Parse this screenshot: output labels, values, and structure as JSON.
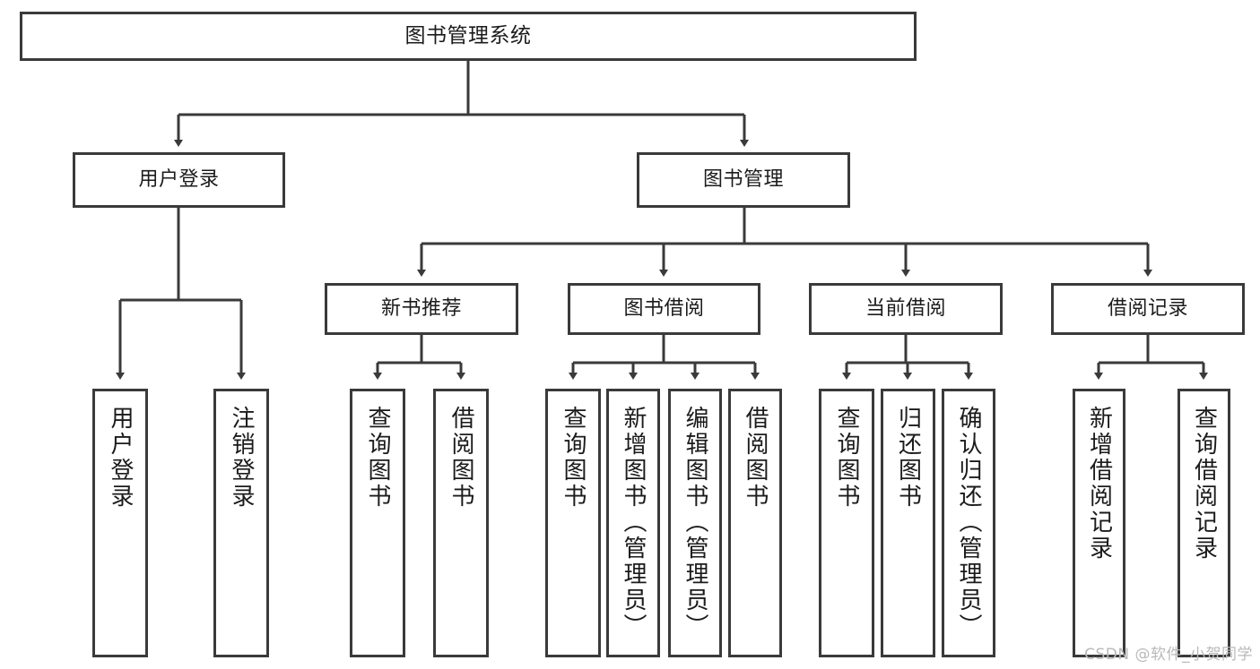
{
  "diagram": {
    "type": "hierarchy-tree",
    "title": "图书管理系统",
    "watermark": "CSDN @软件_小贺同学",
    "colors": {
      "stroke": "#3a3a3a",
      "box_fill": "#ffffff",
      "text": "#1b1b1b",
      "watermark": "#b9b9b9",
      "background": "#ffffff"
    },
    "root": {
      "label": "图书管理系统",
      "orientation": "horizontal"
    },
    "level2": [
      {
        "label": "用户登录",
        "orientation": "horizontal"
      },
      {
        "label": "图书管理",
        "orientation": "horizontal"
      }
    ],
    "level3": [
      {
        "label": "新书推荐",
        "orientation": "horizontal",
        "parent": "图书管理"
      },
      {
        "label": "图书借阅",
        "orientation": "horizontal",
        "parent": "图书管理"
      },
      {
        "label": "当前借阅",
        "orientation": "horizontal",
        "parent": "图书管理"
      },
      {
        "label": "借阅记录",
        "orientation": "horizontal",
        "parent": "图书管理"
      }
    ],
    "leaves": {
      "user_login": [
        {
          "label": "用户登录",
          "orientation": "vertical"
        },
        {
          "label": "注销登录",
          "orientation": "vertical"
        }
      ],
      "new_book_recommend": [
        {
          "label": "查询图书",
          "orientation": "vertical"
        },
        {
          "label": "借阅图书",
          "orientation": "vertical"
        }
      ],
      "book_borrow": [
        {
          "label": "查询图书",
          "orientation": "vertical"
        },
        {
          "label": "新增图书（管理员）",
          "orientation": "vertical"
        },
        {
          "label": "编辑图书（管理员）",
          "orientation": "vertical"
        },
        {
          "label": "借阅图书",
          "orientation": "vertical"
        }
      ],
      "current_borrow": [
        {
          "label": "查询图书",
          "orientation": "vertical"
        },
        {
          "label": "归还图书",
          "orientation": "vertical"
        },
        {
          "label": "确认归还（管理员）",
          "orientation": "vertical"
        }
      ],
      "borrow_record": [
        {
          "label": "新增借阅记录",
          "orientation": "vertical"
        },
        {
          "label": "查询借阅记录",
          "orientation": "vertical"
        }
      ]
    }
  }
}
